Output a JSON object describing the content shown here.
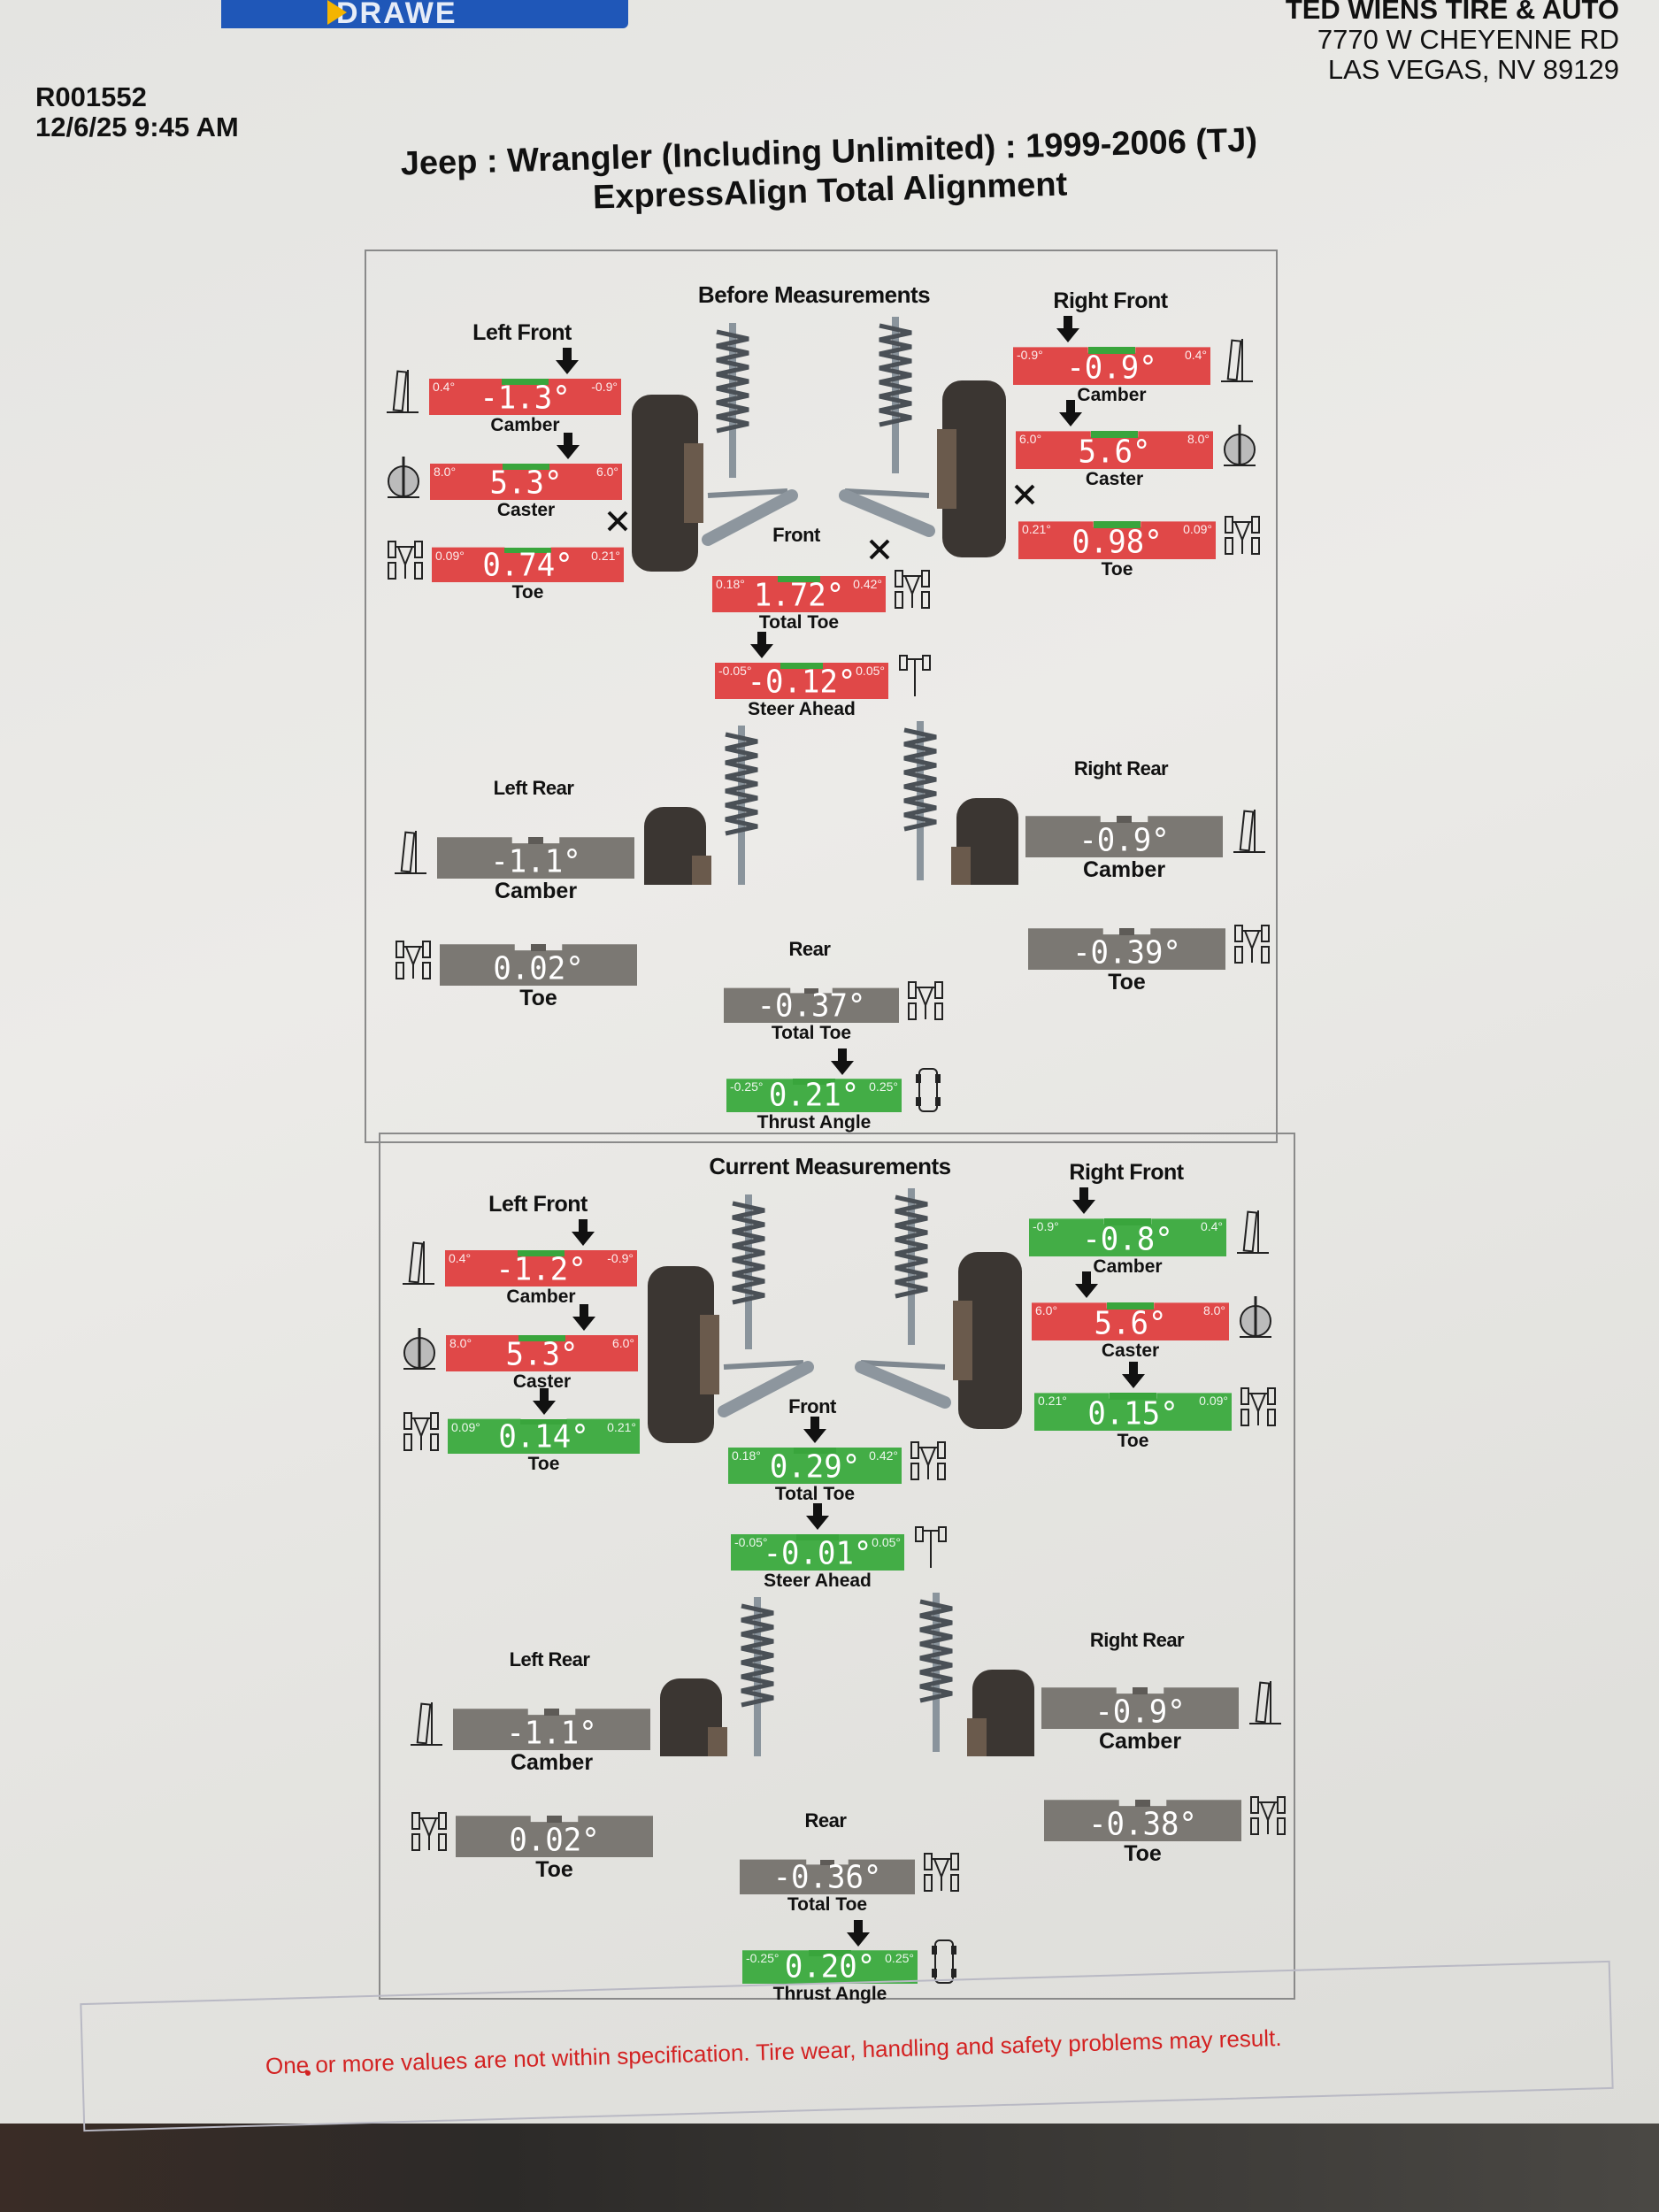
{
  "folder_label": "DRAWE",
  "record": {
    "id": "R001552",
    "datetime": "12/6/25 9:45 AM"
  },
  "shop": {
    "name": "TED WIENS TIRE & AUTO",
    "address1": "7770 W CHEYENNE RD",
    "address2": "LAS VEGAS, NV 89129"
  },
  "vehicle": "Jeep : Wrangler (Including Unlimited) : 1999-2006 (TJ)",
  "service": "ExpressAlign Total Alignment",
  "colors": {
    "out_of_spec": "#e04848",
    "in_spec": "#43ad46",
    "no_spec": "#7b7873"
  },
  "sections": [
    {
      "title": "Before Measurements",
      "left_front": "Left Front",
      "right_front": "Right Front",
      "left_rear": "Left Rear",
      "right_rear": "Right Rear",
      "front": "Front",
      "rear": "Rear",
      "gauges": {
        "lf_camber": {
          "label": "Camber",
          "value": "-1.3°",
          "min": "0.4°",
          "max": "-0.9°",
          "status": "red",
          "arrow": 0.72,
          "x_mark": false
        },
        "lf_caster": {
          "label": "Caster",
          "value": "5.3°",
          "min": "8.0°",
          "max": "6.0°",
          "status": "red",
          "arrow": 0.72,
          "x_mark": false
        },
        "lf_toe": {
          "label": "Toe",
          "value": "0.74°",
          "min": "0.09°",
          "max": "0.21°",
          "status": "red",
          "arrow": null,
          "x_mark": "right"
        },
        "rf_camber": {
          "label": "Camber",
          "value": "-0.9°",
          "min": "-0.9°",
          "max": "0.4°",
          "status": "red",
          "arrow": 0.28,
          "x_mark": false
        },
        "rf_caster": {
          "label": "Caster",
          "value": "5.6°",
          "min": "6.0°",
          "max": "8.0°",
          "status": "red",
          "arrow": 0.28,
          "x_mark": false
        },
        "rf_toe": {
          "label": "Toe",
          "value": "0.98°",
          "min": "0.21°",
          "max": "0.09°",
          "status": "red",
          "arrow": null,
          "x_mark": "left"
        },
        "front_total_toe": {
          "label": "Total Toe",
          "value": "1.72°",
          "min": "0.18°",
          "max": "0.42°",
          "status": "red",
          "arrow": null,
          "x_mark": "right"
        },
        "steer_ahead": {
          "label": "Steer Ahead",
          "value": "-0.12°",
          "min": "-0.05°",
          "max": "0.05°",
          "status": "red",
          "arrow": 0.27,
          "x_mark": false
        },
        "lr_camber": {
          "label": "Camber",
          "value": "-1.1°",
          "min": "",
          "max": "",
          "status": "gray",
          "arrow": null,
          "x_mark": false
        },
        "lr_toe": {
          "label": "Toe",
          "value": "0.02°",
          "min": "",
          "max": "",
          "status": "gray",
          "arrow": null,
          "x_mark": false
        },
        "rr_camber": {
          "label": "Camber",
          "value": "-0.9°",
          "min": "",
          "max": "",
          "status": "gray",
          "arrow": null,
          "x_mark": false
        },
        "rr_toe": {
          "label": "Toe",
          "value": "-0.39°",
          "min": "",
          "max": "",
          "status": "gray",
          "arrow": null,
          "x_mark": false
        },
        "rear_total_toe": {
          "label": "Total Toe",
          "value": "-0.37°",
          "min": "",
          "max": "",
          "status": "gray",
          "arrow": null,
          "x_mark": false
        },
        "thrust_angle": {
          "label": "Thrust Angle",
          "value": "0.21°",
          "min": "-0.25°",
          "max": "0.25°",
          "status": "green",
          "arrow": 0.66,
          "x_mark": false
        }
      }
    },
    {
      "title": "Current Measurements",
      "left_front": "Left Front",
      "right_front": "Right Front",
      "left_rear": "Left Rear",
      "right_rear": "Right Rear",
      "front": "Front",
      "rear": "Rear",
      "gauges": {
        "lf_camber": {
          "label": "Camber",
          "value": "-1.2°",
          "min": "0.4°",
          "max": "-0.9°",
          "status": "red",
          "arrow": 0.72,
          "x_mark": false
        },
        "lf_caster": {
          "label": "Caster",
          "value": "5.3°",
          "min": "8.0°",
          "max": "6.0°",
          "status": "red",
          "arrow": 0.72,
          "x_mark": false
        },
        "lf_toe": {
          "label": "Toe",
          "value": "0.14°",
          "min": "0.09°",
          "max": "0.21°",
          "status": "green",
          "arrow": 0.5,
          "x_mark": false
        },
        "rf_camber": {
          "label": "Camber",
          "value": "-0.8°",
          "min": "-0.9°",
          "max": "0.4°",
          "status": "green",
          "arrow": 0.28,
          "x_mark": false
        },
        "rf_caster": {
          "label": "Caster",
          "value": "5.6°",
          "min": "6.0°",
          "max": "8.0°",
          "status": "red",
          "arrow": 0.28,
          "x_mark": false
        },
        "rf_toe": {
          "label": "Toe",
          "value": "0.15°",
          "min": "0.21°",
          "max": "0.09°",
          "status": "green",
          "arrow": 0.5,
          "x_mark": false
        },
        "front_total_toe": {
          "label": "Total Toe",
          "value": "0.29°",
          "min": "0.18°",
          "max": "0.42°",
          "status": "green",
          "arrow": 0.5,
          "x_mark": false
        },
        "steer_ahead": {
          "label": "Steer Ahead",
          "value": "-0.01°",
          "min": "-0.05°",
          "max": "0.05°",
          "status": "green",
          "arrow": 0.5,
          "x_mark": false
        },
        "lr_camber": {
          "label": "Camber",
          "value": "-1.1°",
          "min": "",
          "max": "",
          "status": "gray",
          "arrow": null,
          "x_mark": false
        },
        "lr_toe": {
          "label": "Toe",
          "value": "0.02°",
          "min": "",
          "max": "",
          "status": "gray",
          "arrow": null,
          "x_mark": false
        },
        "rr_camber": {
          "label": "Camber",
          "value": "-0.9°",
          "min": "",
          "max": "",
          "status": "gray",
          "arrow": null,
          "x_mark": false
        },
        "rr_toe": {
          "label": "Toe",
          "value": "-0.38°",
          "min": "",
          "max": "",
          "status": "gray",
          "arrow": null,
          "x_mark": false
        },
        "rear_total_toe": {
          "label": "Total Toe",
          "value": "-0.36°",
          "min": "",
          "max": "",
          "status": "gray",
          "arrow": null,
          "x_mark": false
        },
        "thrust_angle": {
          "label": "Thrust Angle",
          "value": "0.20°",
          "min": "-0.25°",
          "max": "0.25°",
          "status": "green",
          "arrow": 0.66,
          "x_mark": false
        }
      }
    }
  ],
  "footer": {
    "warning": "One or more values are not within specification.  Tire wear, handling and safety problems may result."
  }
}
